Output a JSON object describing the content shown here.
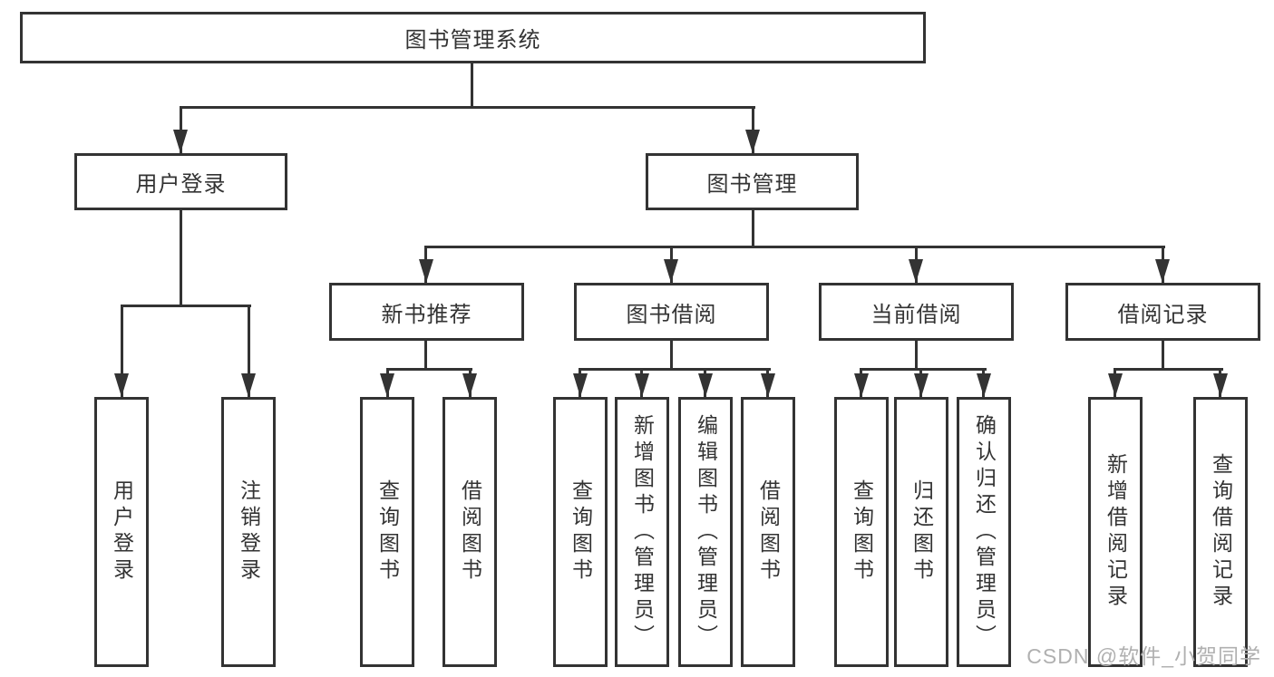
{
  "colors": {
    "line": "#333333",
    "text": "#333333",
    "background": "#ffffff",
    "watermark": "#b0b0b0"
  },
  "tree": {
    "root": {
      "label": "图书管理系统"
    },
    "branches": [
      {
        "label": "用户登录",
        "children": [
          {
            "label": "用户登录"
          },
          {
            "label": "注销登录"
          }
        ]
      },
      {
        "label": "图书管理",
        "children": [
          {
            "label": "新书推荐",
            "children": [
              {
                "label": "查询图书"
              },
              {
                "label": "借阅图书"
              }
            ]
          },
          {
            "label": "图书借阅",
            "children": [
              {
                "label": "查询图书"
              },
              {
                "label": "新增图书（管理员）"
              },
              {
                "label": "编辑图书（管理员）"
              },
              {
                "label": "借阅图书"
              }
            ]
          },
          {
            "label": "当前借阅",
            "children": [
              {
                "label": "查询图书"
              },
              {
                "label": "归还图书"
              },
              {
                "label": "确认归还（管理员）"
              }
            ]
          },
          {
            "label": "借阅记录",
            "children": [
              {
                "label": "新增借阅记录"
              },
              {
                "label": "查询借阅记录"
              }
            ]
          }
        ]
      }
    ]
  },
  "watermark": {
    "text": "CSDN @软件_小贺同学"
  }
}
